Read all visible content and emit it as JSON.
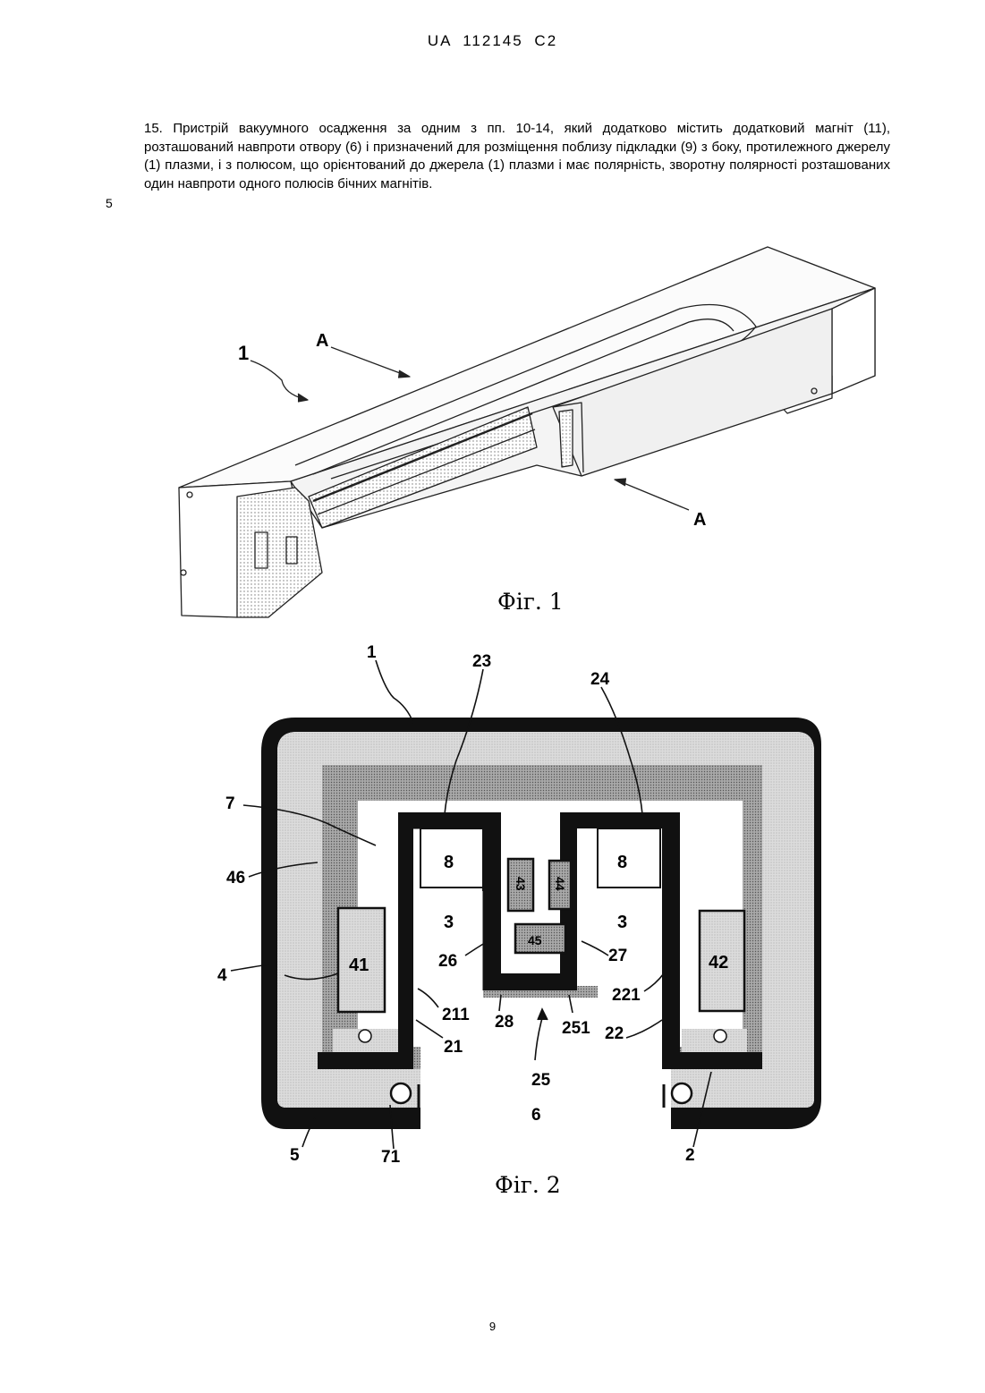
{
  "header": {
    "text": "UA   112145   C2"
  },
  "claim": {
    "line_number": "5",
    "text": "15. Пристрій вакуумного осадження за одним з пп. 10-14, який додатково містить додатковий магніт (11), розташований навпроти отвору (6) і призначений для розміщення поблизу підкладки (9) з боку, протилежного джерелу (1) плазми, і з полюсом, що орієнтований до джерела (1) плазми і має полярність, зворотну полярності розташованих один навпроти одного полюсів бічних магнітів."
  },
  "figure1": {
    "caption": "Фіг. 1",
    "labels": {
      "device": "1",
      "arrow_top": "A",
      "arrow_bottom": "A"
    }
  },
  "figure2": {
    "caption": "Фіг. 2",
    "labels": {
      "l1": "1",
      "l23": "23",
      "l24": "24",
      "l7": "7",
      "l46": "46",
      "l4": "4",
      "l8a": "8",
      "l8b": "8",
      "l43": "43",
      "l44": "44",
      "l3a": "3",
      "l3b": "3",
      "l45": "45",
      "l41": "41",
      "l42": "42",
      "l26": "26",
      "l27": "27",
      "l211": "211",
      "l221": "221",
      "l21": "21",
      "l22": "22",
      "l28": "28",
      "l251": "251",
      "l25": "25",
      "l6": "6",
      "l5": "5",
      "l71": "71",
      "l2": "2"
    }
  },
  "footer": {
    "page_number": "9"
  }
}
